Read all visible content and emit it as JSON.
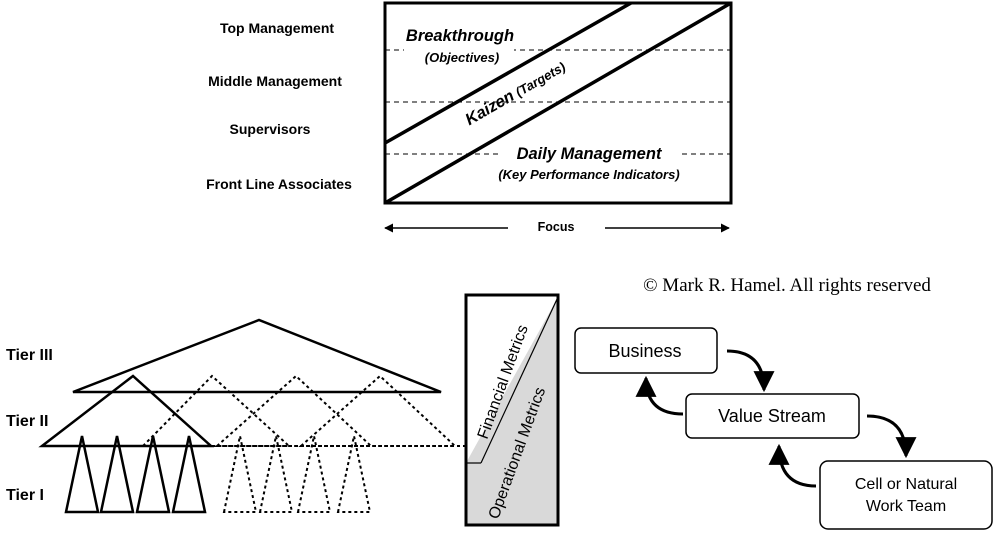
{
  "levels": {
    "top": "Top  Management",
    "middle": "Middle Management",
    "supervisors": "Supervisors",
    "front": "Front Line Associates"
  },
  "matrix": {
    "breakthrough": "Breakthrough",
    "objectives": "(Objectives)",
    "kaizen": "Kaizen",
    "targets": "(Targets)",
    "daily": "Daily Management",
    "kpi": "(Key Performance Indicators)",
    "focus": "Focus"
  },
  "copyright": "© Mark R. Hamel. All rights reserved",
  "tiers": {
    "tier3": "Tier III",
    "tier2": "Tier II",
    "tier1": "Tier I"
  },
  "metrics": {
    "financial": "Financial Metrics",
    "operational": "Operational Metrics"
  },
  "flow": {
    "business": "Business",
    "value_stream": "Value Stream",
    "cell_line1": "Cell or Natural",
    "cell_line2": "Work Team"
  },
  "colors": {
    "line": "#000000",
    "shade": "#d9d9d9",
    "background": "#ffffff"
  }
}
